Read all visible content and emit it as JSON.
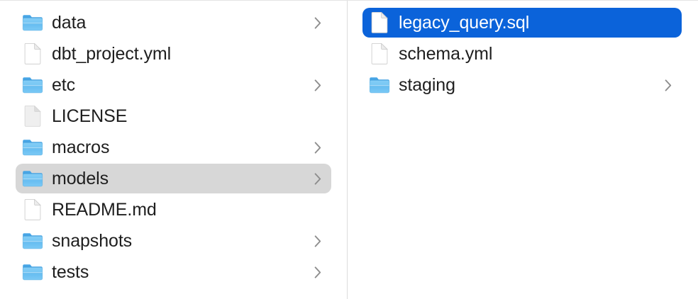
{
  "window": {
    "title": "Finder Column View",
    "accent_blue": "#0b63da",
    "selected_gray": "#d7d7d7",
    "text_color": "#1e1e1e",
    "divider_color": "#dcdcdc",
    "folder_icon_color": "#6fc3f7",
    "background": "#ffffff"
  },
  "columns": [
    {
      "name": "parent-column",
      "items": [
        {
          "label": "data",
          "kind": "folder",
          "icon": "folder-icon",
          "has_chevron": true,
          "selected": false,
          "selection": "none"
        },
        {
          "label": "dbt_project.yml",
          "kind": "file",
          "icon": "document-icon",
          "has_chevron": false,
          "selected": false,
          "selection": "none"
        },
        {
          "label": "etc",
          "kind": "folder",
          "icon": "folder-icon",
          "has_chevron": true,
          "selected": false,
          "selection": "none"
        },
        {
          "label": "LICENSE",
          "kind": "file",
          "icon": "plain-document-icon",
          "has_chevron": false,
          "selected": false,
          "selection": "none"
        },
        {
          "label": "macros",
          "kind": "folder",
          "icon": "folder-icon",
          "has_chevron": true,
          "selected": false,
          "selection": "none"
        },
        {
          "label": "models",
          "kind": "folder",
          "icon": "folder-icon",
          "has_chevron": true,
          "selected": true,
          "selection": "gray"
        },
        {
          "label": "README.md",
          "kind": "file",
          "icon": "document-icon",
          "has_chevron": false,
          "selected": false,
          "selection": "none"
        },
        {
          "label": "snapshots",
          "kind": "folder",
          "icon": "folder-icon",
          "has_chevron": true,
          "selected": false,
          "selection": "none"
        },
        {
          "label": "tests",
          "kind": "folder",
          "icon": "folder-icon",
          "has_chevron": true,
          "selected": false,
          "selection": "none"
        }
      ]
    },
    {
      "name": "child-column",
      "items": [
        {
          "label": "legacy_query.sql",
          "kind": "file",
          "icon": "document-icon",
          "has_chevron": false,
          "selected": true,
          "selection": "blue"
        },
        {
          "label": "schema.yml",
          "kind": "file",
          "icon": "document-icon",
          "has_chevron": false,
          "selected": false,
          "selection": "none"
        },
        {
          "label": "staging",
          "kind": "folder",
          "icon": "folder-icon",
          "has_chevron": true,
          "selected": false,
          "selection": "none"
        }
      ]
    }
  ]
}
